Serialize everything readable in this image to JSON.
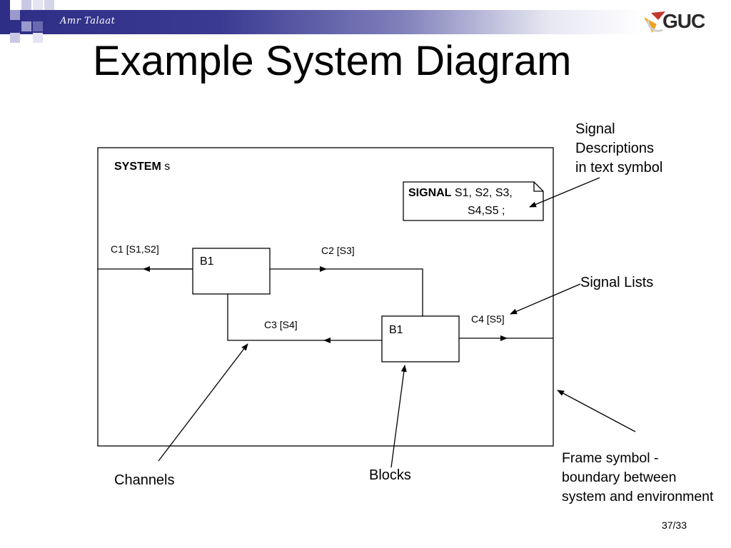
{
  "header": {
    "author": "Amr Talaat",
    "logo_text": "GUC"
  },
  "slide": {
    "title": "Example System Diagram",
    "page_number": "37/33"
  },
  "diagram": {
    "system_keyword": "SYSTEM",
    "system_name": "s",
    "signal_keyword": "SIGNAL",
    "signal_list_line1": "S1, S2, S3,",
    "signal_list_line2": "S4,S5 ;",
    "blocks": [
      "B1",
      "B1"
    ],
    "channels": {
      "c1": "C1 [S1,S2]",
      "c2": "C2 [S3]",
      "c3": "C3 [S4]",
      "c4": "C4 [S5]"
    }
  },
  "annotations": {
    "signal_descriptions": [
      "Signal",
      "Descriptions",
      "in text symbol"
    ],
    "signal_lists": "Signal Lists",
    "frame_symbol": [
      "Frame symbol -",
      "boundary between",
      "system and environment"
    ],
    "channels": "Channels",
    "blocks": "Blocks"
  }
}
